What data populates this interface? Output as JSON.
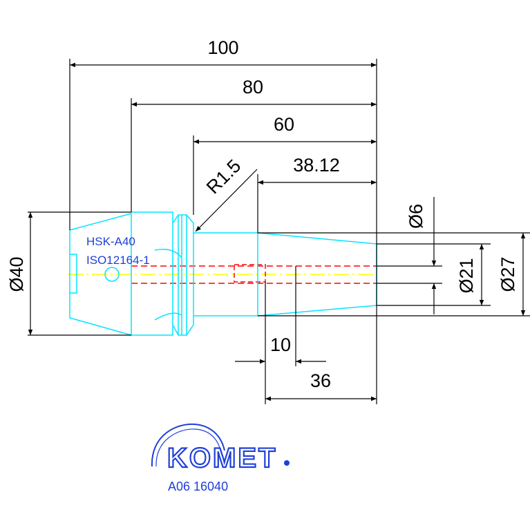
{
  "dimensions": {
    "len_100": "100",
    "len_80": "80",
    "len_60": "60",
    "len_3812": "38.12",
    "radius": "R1.5",
    "dia_6": "Ø6",
    "dia_21": "Ø21",
    "dia_27": "Ø27",
    "dia_40": "Ø40",
    "len_10": "10",
    "len_36": "36"
  },
  "labels": {
    "interface": "HSK-A40",
    "standard": "ISO12164-1"
  },
  "brand": {
    "name": "KOMET",
    "part_number": "A06 16040"
  },
  "colors": {
    "outline": "#00e5ff",
    "dimension": "#000000",
    "hidden_line": "#ff0000",
    "centerline": "#ffff00",
    "brand": "#1f3fd8"
  }
}
